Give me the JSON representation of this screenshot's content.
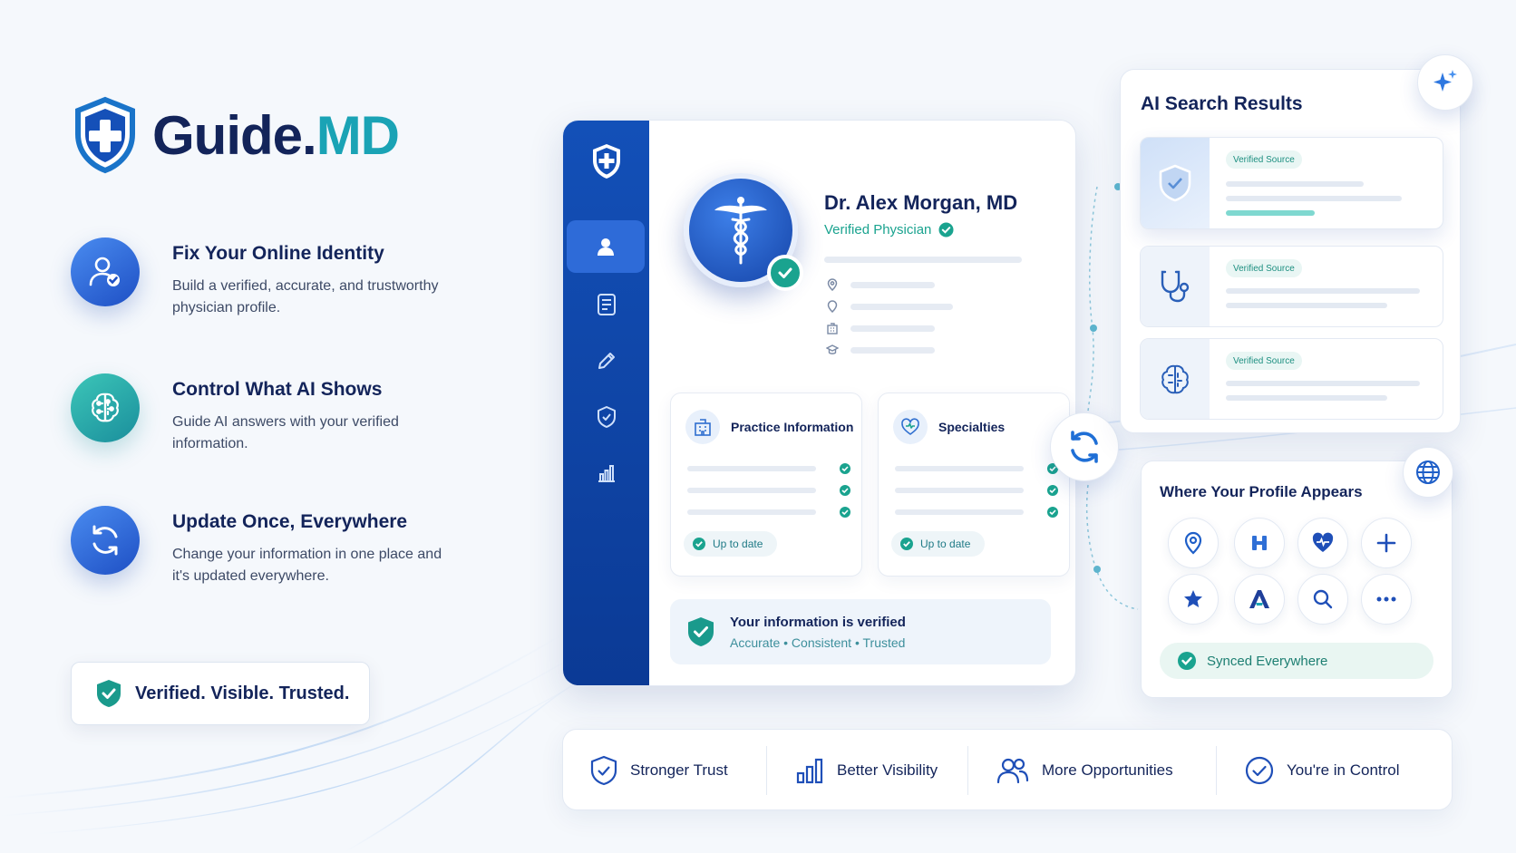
{
  "brand": {
    "name_main": "Guide.",
    "name_accent": "MD"
  },
  "features": [
    {
      "title": "Fix Your Online Identity",
      "description": "Build a verified, accurate, and trustworthy physician profile.",
      "icon": "user-check-icon"
    },
    {
      "title": "Control What AI Shows",
      "description": "Guide AI answers with your verified information.",
      "icon": "brain-circuit-icon"
    },
    {
      "title": "Update Once, Everywhere",
      "description": "Change your information in one place and it's updated everywhere.",
      "icon": "sync-icon"
    }
  ],
  "tagline": "Verified. Visible. Trusted.",
  "profile": {
    "name": "Dr. Alex Morgan, MD",
    "role": "Verified Physician",
    "cards": [
      {
        "title": "Practice Information",
        "status": "Up to date",
        "icon": "building-icon"
      },
      {
        "title": "Specialties",
        "status": "Up to date",
        "icon": "heart-stethoscope-icon"
      }
    ],
    "verified_title": "Your information is verified",
    "verified_sub": "Accurate • Consistent • Trusted"
  },
  "ai_search": {
    "title": "AI Search Results",
    "results": [
      {
        "badge": "Verified Source",
        "icon": "shield-check-icon"
      },
      {
        "badge": "Verified Source",
        "icon": "stethoscope-icon"
      },
      {
        "badge": "Verified Source",
        "icon": "brain-icon"
      }
    ]
  },
  "where": {
    "title": "Where Your Profile Appears",
    "synced": "Synced Everywhere",
    "platforms": [
      "location-pin-icon",
      "hospital-h-icon",
      "heart-icon",
      "plus-icon",
      "star-icon",
      "letter-a-icon",
      "search-icon",
      "more-icon"
    ]
  },
  "benefits": [
    {
      "label": "Stronger Trust",
      "icon": "shield-check-icon"
    },
    {
      "label": "Better Visibility",
      "icon": "bar-chart-icon"
    },
    {
      "label": "More Opportunities",
      "icon": "users-icon"
    },
    {
      "label": "You're in Control",
      "icon": "check-circle-icon"
    }
  ],
  "colors": {
    "navy": "#13245a",
    "blue": "#1350b8",
    "teal": "#1aa3b5",
    "green": "#1aa38f"
  }
}
